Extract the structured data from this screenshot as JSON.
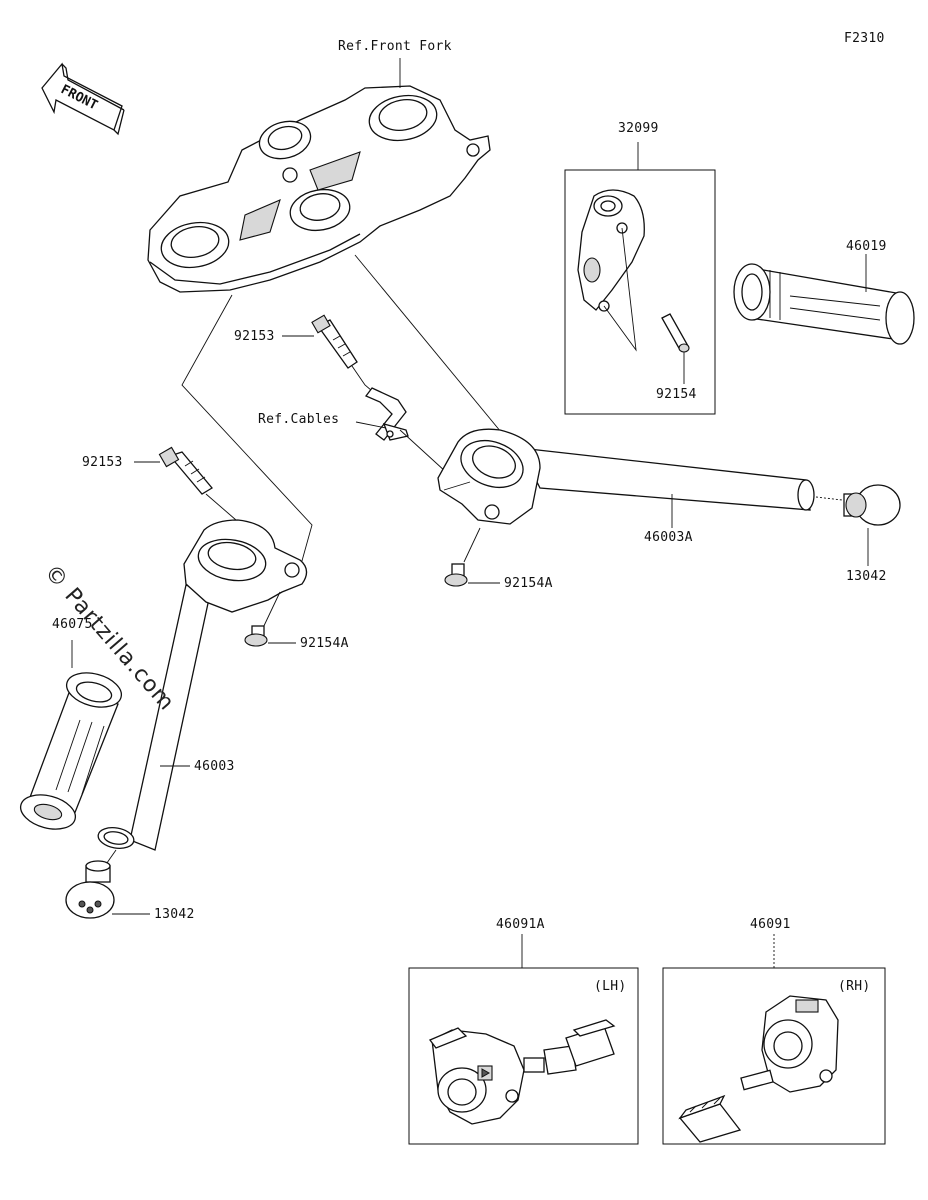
{
  "figure_code": "F2310",
  "front_arrow": "FRONT",
  "watermark": "© Partzilla.com",
  "labels": {
    "ref_front_fork": "Ref.Front Fork",
    "p32099": "32099",
    "p46019": "46019",
    "p92154": "92154",
    "p92153_upper": "92153",
    "ref_cables": "Ref.Cables",
    "p92153_left": "92153",
    "p46003A": "46003A",
    "p13042_right": "13042",
    "p92154A_center": "92154A",
    "p92154A_left": "92154A",
    "p46075": "46075",
    "p46003": "46003",
    "p13042_left": "13042",
    "p46091A": "46091A",
    "p46091": "46091",
    "lh": "(LH)",
    "rh": "(RH)"
  }
}
